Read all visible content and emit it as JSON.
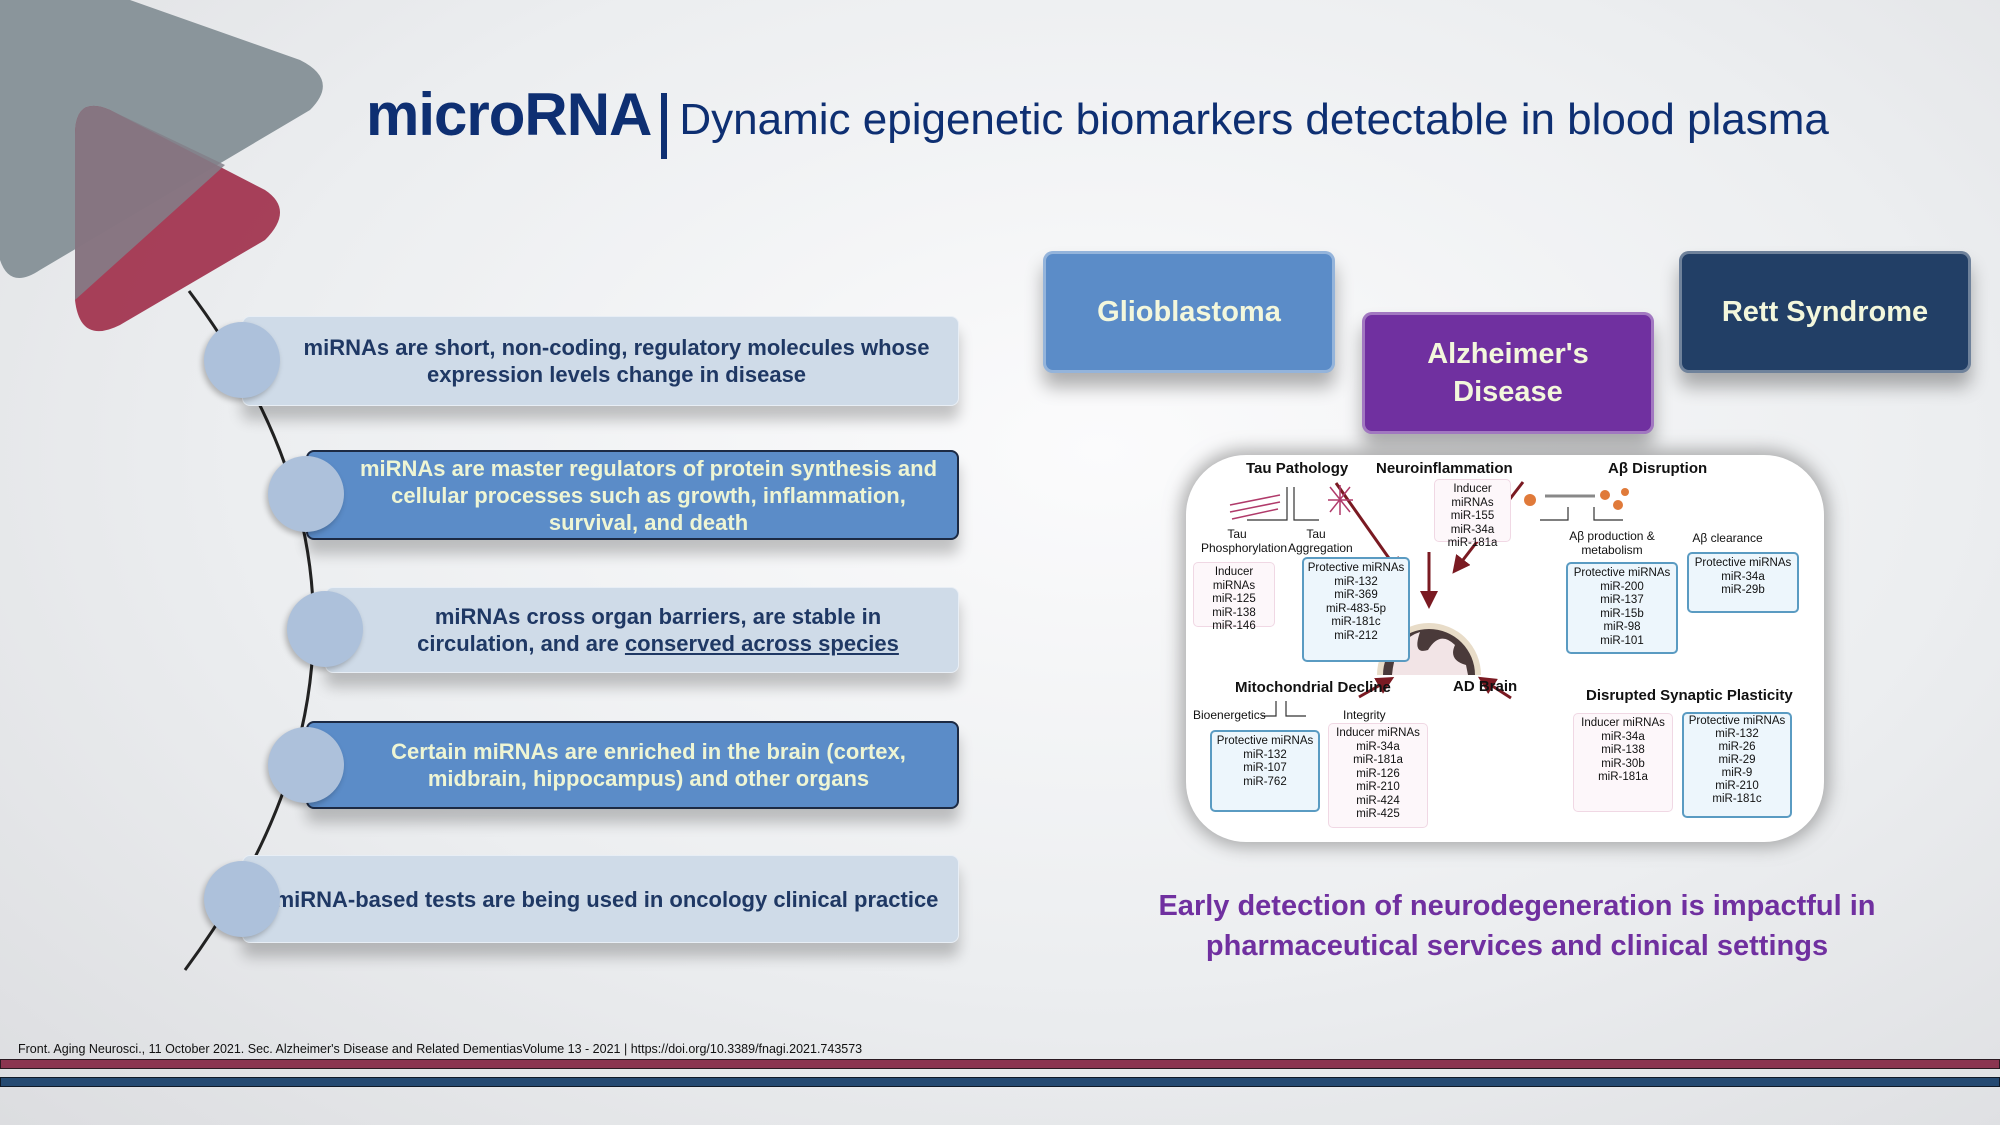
{
  "title": {
    "main": "microRNA",
    "subtitle": "Dynamic epigenetic biomarkers detectable in blood plasma"
  },
  "bullets": [
    {
      "text": "miRNAs are short, non-coding, regulatory molecules whose expression levels change in disease"
    },
    {
      "text": "miRNAs are master regulators of protein synthesis and cellular processes such as growth, inflammation, survival, and death"
    },
    {
      "text_before": "miRNAs cross organ barriers, are stable in circulation, and are ",
      "link": "conserved across species"
    },
    {
      "text": "Certain miRNAs are enriched in the brain (cortex, midbrain, hippocampus) and other organs"
    },
    {
      "text": "miRNA-based tests are being used in oncology clinical practice"
    }
  ],
  "diseases": [
    "Glioblastoma",
    "Alzheimer's Disease",
    "Rett Syndrome"
  ],
  "diagram": {
    "tau": {
      "title": "Tau Pathology",
      "phos": "Tau Phosphorylation",
      "agg": "Tau Aggregation",
      "inducer": {
        "label": "Inducer  miRNAs",
        "items": [
          "miR-125",
          "miR-138",
          "miR-146"
        ]
      },
      "protective": {
        "label": "Protective miRNAs",
        "items": [
          "miR-132",
          "miR-369",
          "miR-483-5p",
          "miR-181c",
          "miR-212"
        ]
      }
    },
    "neuro": {
      "title": "Neuroinflammation",
      "inducer": {
        "label": "Inducer  miRNAs",
        "items": [
          "miR-155",
          "miR-34a",
          "miR-181a"
        ]
      }
    },
    "abeta": {
      "title": "Aβ Disruption",
      "production": "Aβ production & metabolism",
      "clearance": "Aβ clearance",
      "prod_protective": {
        "label": "Protective miRNAs",
        "items": [
          "miR-200",
          "miR-137",
          "miR-15b",
          "miR-98",
          "miR-101"
        ]
      },
      "clear_protective": {
        "label": "Protective miRNAs",
        "items": [
          "miR-34a",
          "miR-29b"
        ]
      }
    },
    "brain": "AD Brain",
    "mito": {
      "title": "Mitochondrial Decline",
      "bio": "Bioenergetics",
      "integrity": "Integrity",
      "protective": {
        "label": "Protective miRNAs",
        "items": [
          "miR-132",
          "miR-107",
          "miR-762"
        ]
      },
      "inducer": {
        "label": "Inducer  miRNAs",
        "items": [
          "miR-34a",
          "miR-181a",
          "miR-126",
          "miR-210",
          "miR-424",
          "miR-425"
        ]
      }
    },
    "synaptic": {
      "title": "Disrupted Synaptic Plasticity",
      "inducer": {
        "label": "Inducer  miRNAs",
        "items": [
          "miR-34a",
          "miR-138",
          "miR-30b",
          "miR-181a"
        ]
      },
      "protective": {
        "label": "Protective miRNAs",
        "items": [
          "miR-132",
          "miR-26",
          "miR-29",
          "miR-9",
          "miR-210",
          "miR-181c"
        ]
      }
    }
  },
  "conclusion": [
    "Early detection of neurodegeneration is impactful in",
    "pharmaceutical services and clinical settings"
  ],
  "footer": {
    "citation": "Front. Aging Neurosci., 11 October 2021.  Sec. Alzheimer's Disease and Related DementiasVolume 13 - 2021 | ",
    "link": "https://doi.org/10.3389/fnagi.2021.743573"
  },
  "colors": {
    "navy": "#0e2f72",
    "purple": "#7030a0",
    "glio": "#5b8cc8",
    "alz": "#7030a0",
    "rett": "#223f66",
    "red": "#8b3550",
    "blue": "#254a72"
  }
}
